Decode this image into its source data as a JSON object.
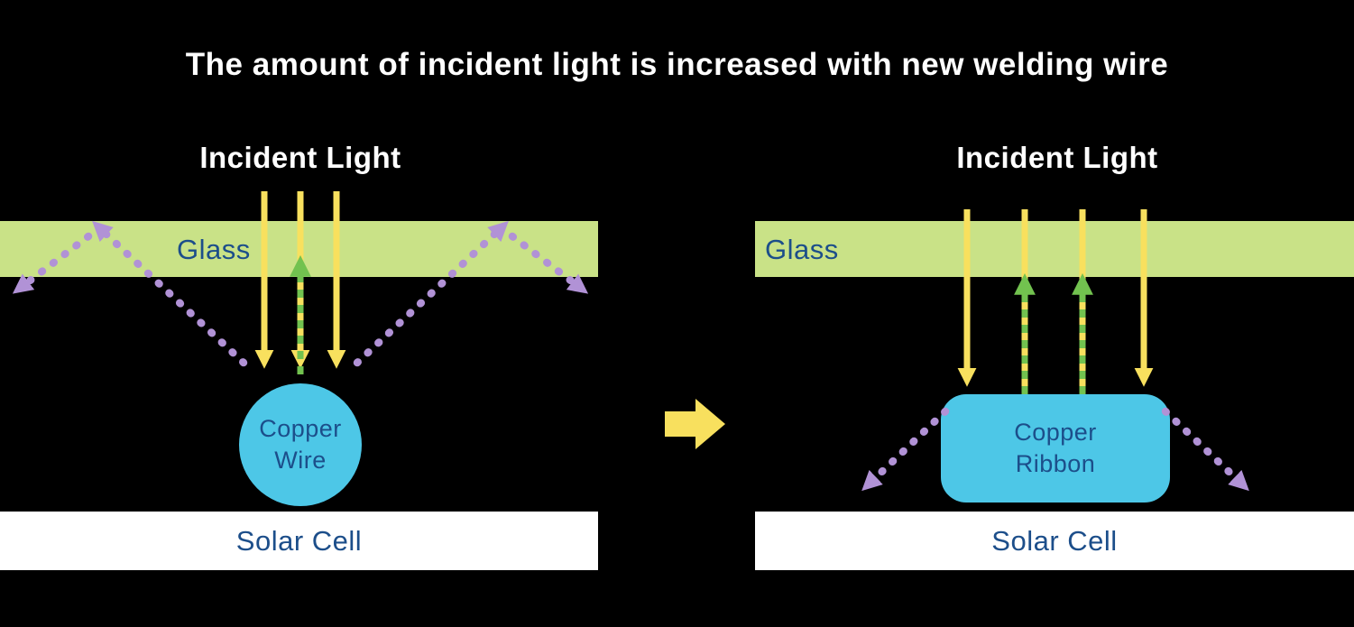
{
  "title": "The amount of incident light is increased with new welding wire",
  "colors": {
    "background": "#000000",
    "yellow": "#f8e05e",
    "purple": "#b192d6",
    "green": "#72c24f",
    "glass": "#c9e287",
    "cyan": "#4dc7e7",
    "navy": "#1c4e8a",
    "white": "#ffffff"
  },
  "left_panel": {
    "incident_light_label": "Incident Light",
    "glass_label": "Glass",
    "component_label": [
      "Copper",
      "Wire"
    ],
    "solar_cell_label": "Solar Cell"
  },
  "right_panel": {
    "incident_light_label": "Incident Light",
    "glass_label": "Glass",
    "component_label": [
      "Copper",
      "Ribbon"
    ],
    "solar_cell_label": "Solar Cell"
  }
}
